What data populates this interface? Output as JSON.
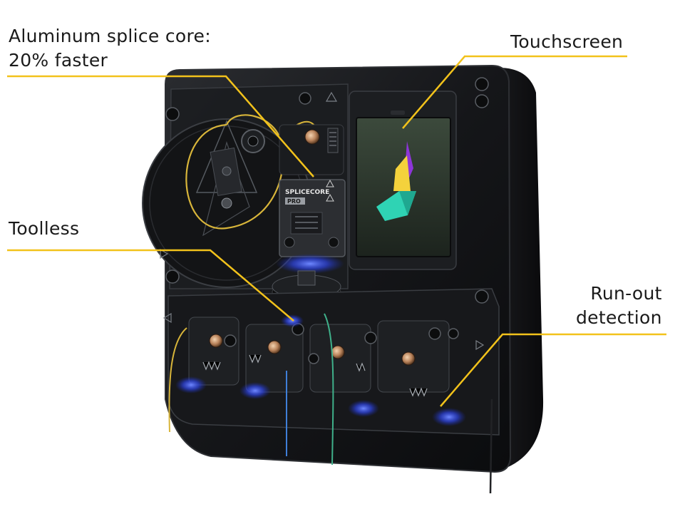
{
  "callouts": {
    "splice_core_line1": "Aluminum splice core:",
    "splice_core_line2": "20% faster",
    "touchscreen": "Touchscreen",
    "toolless": "Toolless",
    "runout_line1": "Run-out",
    "runout_line2": "detection"
  },
  "device": {
    "module_brand_line1": "SPLICECORE",
    "module_brand_line2": "PRO"
  },
  "colors": {
    "callout_line": "#f2c21b",
    "body": "#141517",
    "led_blue": "#3b5cff",
    "screen": "#2f3b30",
    "logo_purple": "#8e35d9",
    "logo_yellow": "#f4d23c",
    "logo_teal": "#2fd3b4"
  }
}
